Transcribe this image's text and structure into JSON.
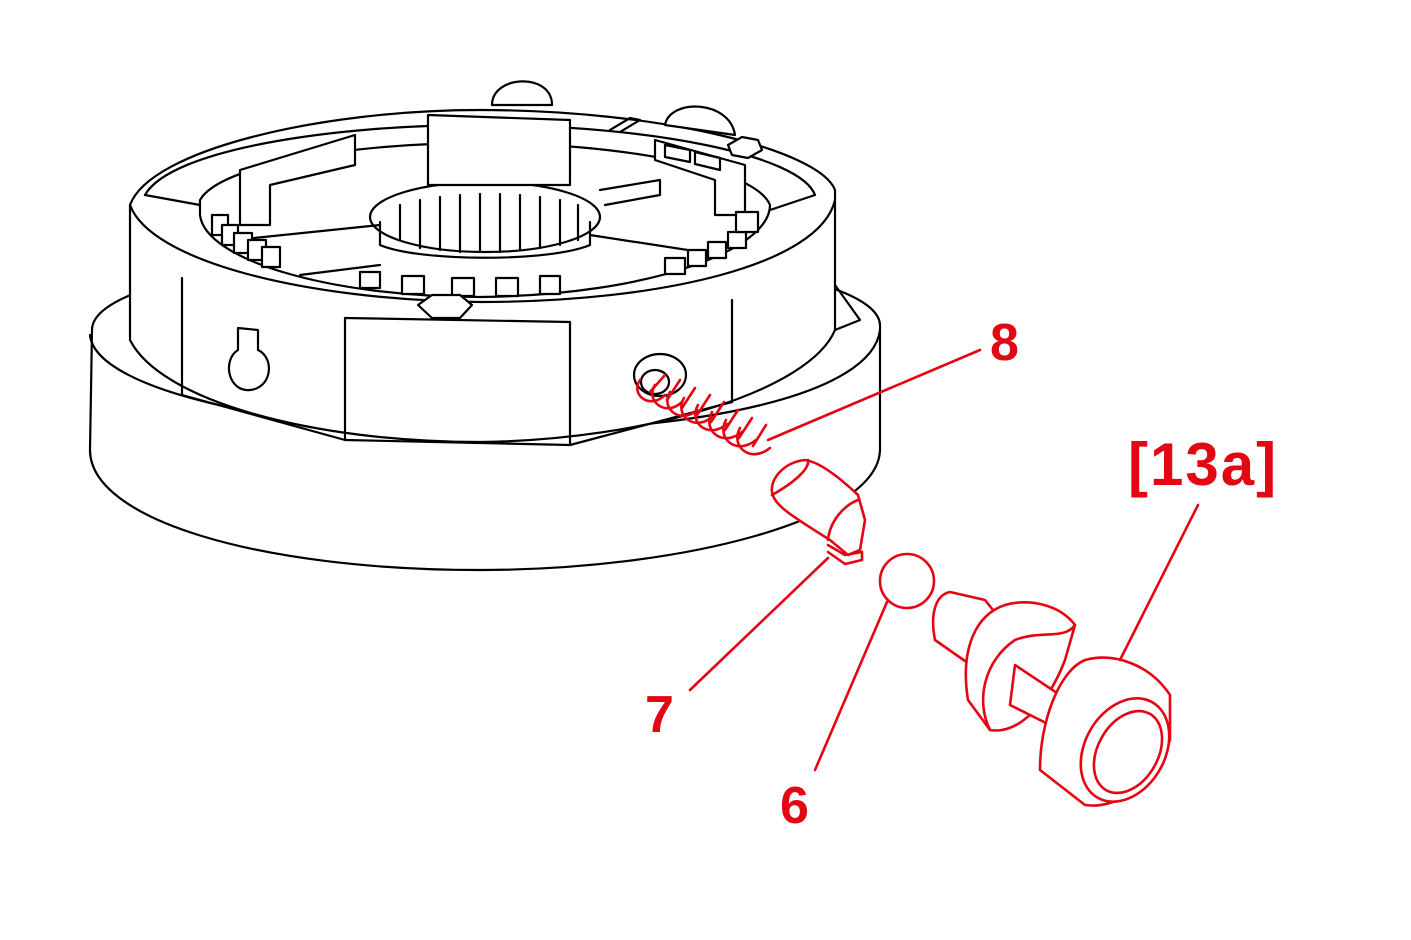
{
  "colors": {
    "callout": "#e30613",
    "line_art": "#000000",
    "background": "#ffffff"
  },
  "callouts": {
    "spring": "8",
    "plunger": "7",
    "ball": "6",
    "knob": "[13a]"
  }
}
